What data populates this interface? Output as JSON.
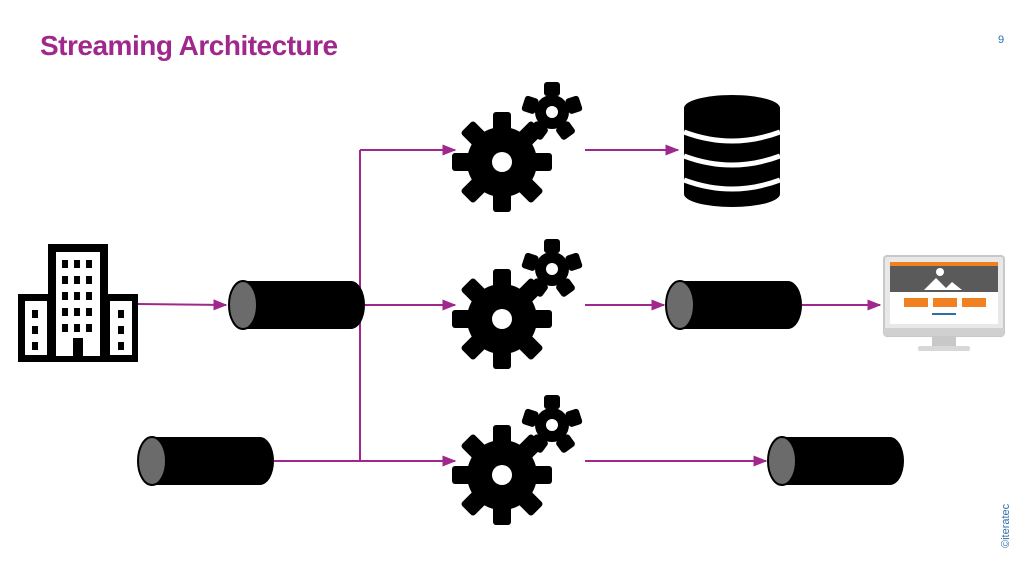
{
  "slide": {
    "title": "Streaming Architecture",
    "page_number": "9",
    "brand": "©iteratec"
  },
  "colors": {
    "accent": "#a0288c",
    "icon": "#000000",
    "cylinder_cap": "#6b6b6b",
    "brand": "#2f6ea8",
    "screen_bg": "#5a5a5a",
    "screen_buttons": "#f08020"
  },
  "diagram": {
    "nodes": [
      {
        "id": "building",
        "icon": "building-icon"
      },
      {
        "id": "stream-in-1",
        "icon": "stream-cylinder"
      },
      {
        "id": "stream-in-2",
        "icon": "stream-cylinder"
      },
      {
        "id": "processor-1",
        "icon": "gears-icon"
      },
      {
        "id": "processor-2",
        "icon": "gears-icon"
      },
      {
        "id": "processor-3",
        "icon": "gears-icon"
      },
      {
        "id": "database",
        "icon": "database-icon"
      },
      {
        "id": "stream-out-1",
        "icon": "stream-cylinder"
      },
      {
        "id": "stream-out-2",
        "icon": "stream-cylinder"
      },
      {
        "id": "dashboard",
        "icon": "monitor-icon"
      }
    ],
    "edges": [
      {
        "from": "building",
        "to": "stream-in-1"
      },
      {
        "from": "stream-in-1",
        "to": "processor-1"
      },
      {
        "from": "stream-in-1",
        "to": "processor-2"
      },
      {
        "from": "stream-in-1",
        "to": "processor-3"
      },
      {
        "from": "stream-in-2",
        "to": "processor-3"
      },
      {
        "from": "processor-1",
        "to": "database"
      },
      {
        "from": "processor-2",
        "to": "stream-out-1"
      },
      {
        "from": "processor-3",
        "to": "stream-out-2"
      },
      {
        "from": "stream-out-1",
        "to": "dashboard"
      }
    ]
  }
}
